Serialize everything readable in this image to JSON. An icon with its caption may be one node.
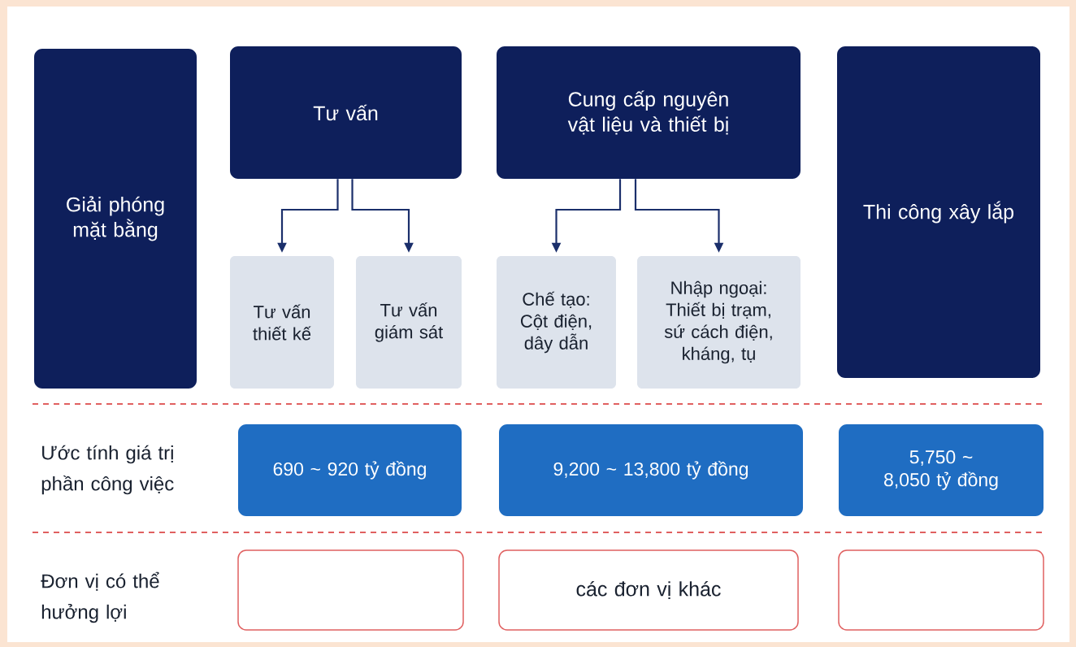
{
  "diagram": {
    "nodes": [
      {
        "text": [
          "Giải phóng mặt bằng"
        ]
      },
      {
        "text": [
          "Tư vấn"
        ]
      },
      {
        "text": [
          "Cung cấp nguyên vật liệu và thiết bị"
        ]
      },
      {
        "text": [
          "Thi công xây lắp"
        ]
      },
      {
        "text": [
          "Tư vấn thiết kế"
        ]
      },
      {
        "text": [
          "Tư vấn giám sát"
        ]
      },
      {
        "text": [
          "Chế tạo: Cột điện, dây dẫn"
        ]
      },
      {
        "text": [
          "Nhập ngoại: Thiết bị trạm, sứ cách điện, kháng, tụ"
        ]
      },
      {
        "text": [
          "690 ~ 920 tỷ đồng"
        ]
      },
      {
        "text": [
          "9,200 ~ 13,800 tỷ đồng"
        ]
      },
      {
        "text": [
          "5,750 ~ 8,050 tỷ đồng"
        ]
      },
      {
        "text": [],
        "shape": "box"
      },
      {
        "text": [
          "các đơn vị khác"
        ]
      },
      {
        "text": [],
        "shape": "box"
      }
    ],
    "edges": [
      {
        "from": 1,
        "to": 4,
        "arrow": "to"
      },
      {
        "from": 1,
        "to": 5,
        "arrow": "to"
      },
      {
        "from": 2,
        "to": 6,
        "arrow": "to"
      },
      {
        "from": 2,
        "to": 7,
        "arrow": "to"
      }
    ],
    "labels": [
      "Ước tính giá trị phần công việc",
      "Đơn vị có thể hưởng lợi"
    ]
  }
}
